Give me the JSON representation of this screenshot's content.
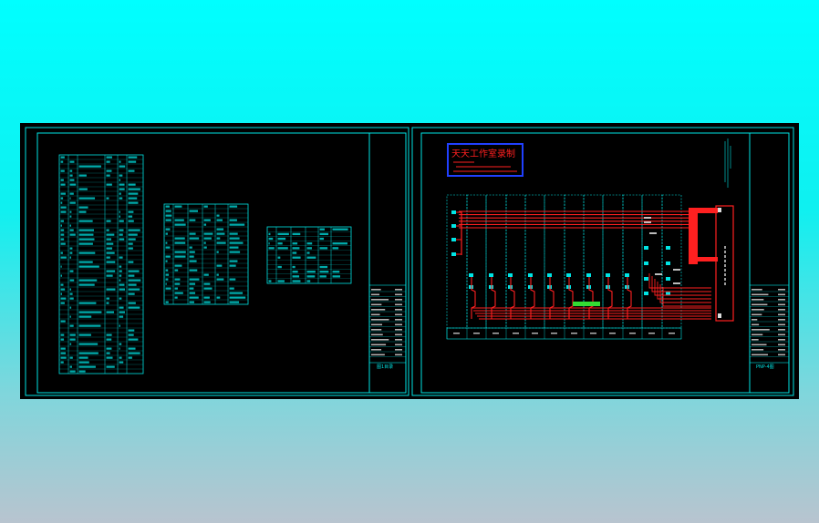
{
  "canvas": {
    "background_top": "#00ffff",
    "background_bottom": "#b8c4cf",
    "sheet_color": "#000000",
    "line_color": "#00e5e5"
  },
  "sheet_left": {
    "title_block_label": "图1目录"
  },
  "sheet_right": {
    "watermark_title": "天天工作室录制",
    "title_block_label": "PNP-4图"
  },
  "colors": {
    "cyan": "#00e5e5",
    "red": "#ff2020",
    "green": "#33dd33",
    "blue": "#2020ff",
    "white": "#dddddd"
  }
}
